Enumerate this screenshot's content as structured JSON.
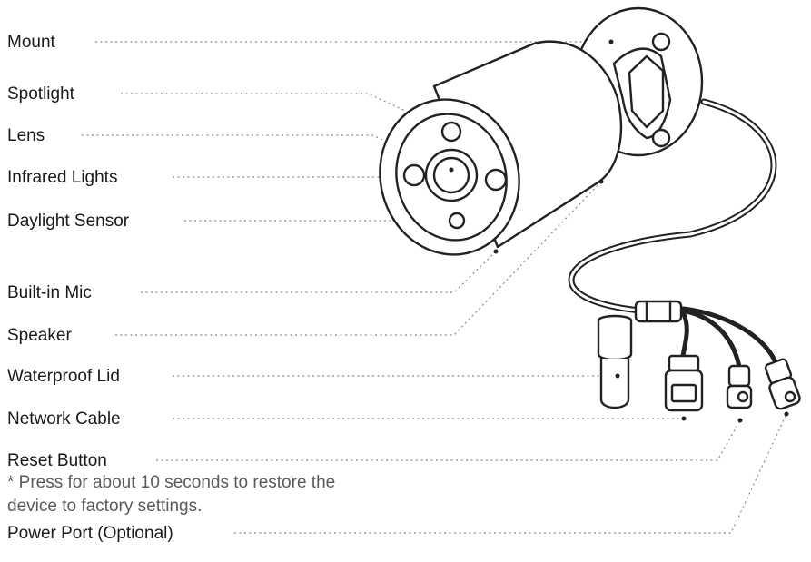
{
  "labels": {
    "mount": "Mount",
    "spotlight": "Spotlight",
    "lens": "Lens",
    "infrared": "Infrared Lights",
    "daylight": "Daylight Sensor",
    "mic": "Built-in Mic",
    "speaker": "Speaker",
    "lid": "Waterproof Lid",
    "network": "Network Cable",
    "reset": "Reset Button",
    "power": "Power Port (Optional)"
  },
  "reset_note": {
    "line1": "* Press for about 10 seconds to restore the",
    "line2": "device to factory settings."
  },
  "colors": {
    "text": "#1a1a1a",
    "note": "#5a5a5a",
    "line": "#222222",
    "leader": "#888888"
  }
}
